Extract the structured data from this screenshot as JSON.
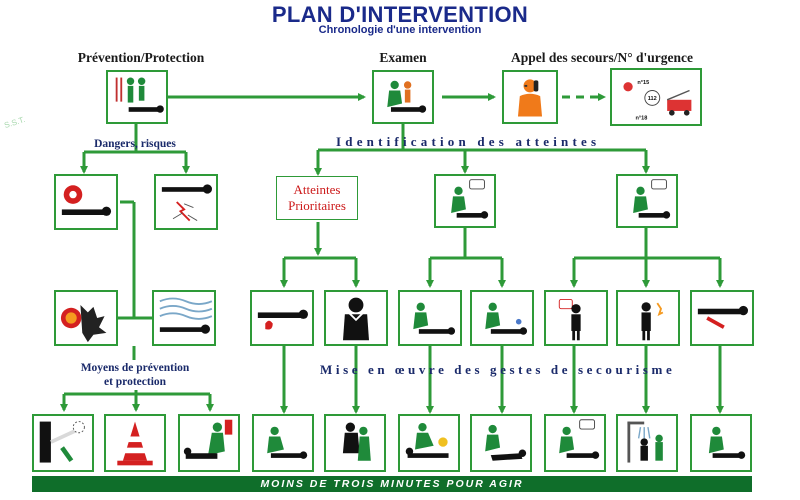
{
  "title": "PLAN D'INTERVENTION",
  "subtitle": "Chronologie d'une intervention",
  "watermark": "S.S.T.",
  "headers": {
    "prevention": "Prévention/Protection",
    "examen": "Examen",
    "appel": "Appel des secours/N° d'urgence"
  },
  "labels": {
    "dangers": "Dangers, risques",
    "identification": "Identification des atteintes",
    "atteintes_line1": "Atteintes",
    "atteintes_line2": "Prioritaires",
    "moyens_line1": "Moyens de prévention",
    "moyens_line2": "et protection",
    "mise": "Mise en œuvre des gestes de secourisme"
  },
  "emergency_numbers": {
    "samu": "n°15",
    "europe": "112",
    "pompiers": "n°18"
  },
  "footer": "MOINS DE TROIS MINUTES POUR AGIR",
  "colors": {
    "green": "#2e9a38",
    "dark_green": "#0f6e2a",
    "navy": "#1a2a8a",
    "red": "#cc1a1a",
    "orange": "#f07a1a"
  },
  "icons": [
    "rescuer-protect-icon",
    "rescuer-exam-icon",
    "phone-call-icon",
    "emergency-vehicles-icon",
    "burn-victim-icon",
    "electric-hazard-icon",
    "fire-explosion-icon",
    "toxic-gas-icon",
    "bleeding-victim-icon",
    "choking-person-icon",
    "rescuer-question-icon",
    "rescuer-question-icon",
    "unconscious-victim-icon",
    "unconscious-breathing-icon",
    "standing-complaint-icon",
    "standing-burn-icon",
    "victim-wound-icon",
    "electric-cutoff-icon",
    "safety-cone-icon",
    "evacuation-icon",
    "compression-icon",
    "back-blows-icon",
    "cpr-icon",
    "recovery-position-icon",
    "rescuer-talk-icon",
    "shower-rinse-icon",
    "rescuer-care-icon"
  ]
}
